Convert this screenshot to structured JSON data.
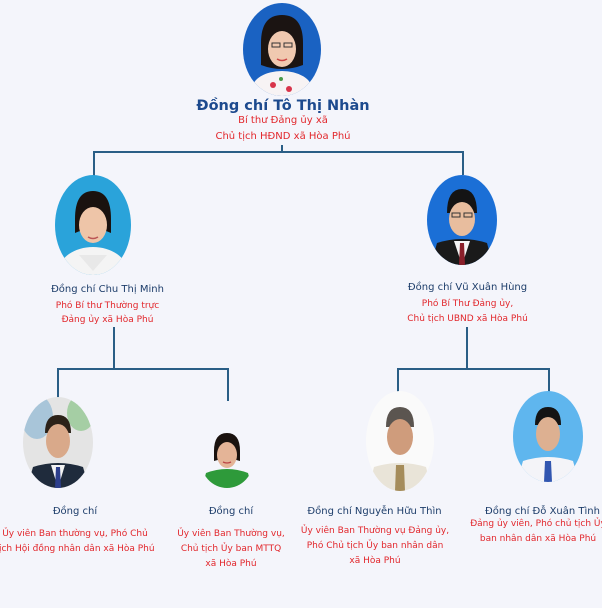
{
  "top": {
    "name": "Đồng chí Tô Thị Nhàn",
    "role_line1": "Bí thư Đảng ủy xã",
    "role_line2": "Chủ tịch HĐND xã Hòa Phú"
  },
  "left": {
    "name": "Đồng chí  Chu Thị Minh",
    "role_line1": "Phó Bí thư Thường trực",
    "role_line2": "Đảng ủy xã  Hòa Phú"
  },
  "right": {
    "name": "Đồng chí Vũ Xuân Hùng",
    "role_line1": "Phó Bí Thư  Đảng ủy,",
    "role_line2": "Chủ tịch UBND  xã Hòa Phú"
  },
  "members": [
    {
      "name": "Đồng chí",
      "role_line1": "Ủy viên Ban thường vụ, Phó Chủ",
      "role_line2": "tịch Hội đồng nhân dân xã Hòa Phú",
      "role_line3": ""
    },
    {
      "name": "Đồng chí",
      "role_line1": "Ủy viên Ban Thường vụ,",
      "role_line2": "Chủ tịch Ủy ban MTTQ",
      "role_line3": "xã Hòa Phú"
    },
    {
      "name": "Đồng chí Nguyễn Hữu Thìn",
      "role_line1": "Ủy viên Ban Thường vụ Đảng ủy,",
      "role_line2": "Phó Chủ tịch Ủy ban nhân dân",
      "role_line3": "xã Hòa Phú"
    },
    {
      "name": "Đồng chí Đỗ Xuân Tình",
      "role_line1": "Đảng ủy viên, Phó chủ tịch Ủy",
      "role_line2": "ban nhân dân  xã Hòa Phú",
      "role_line3": ""
    }
  ],
  "colors": {
    "name_blue": "#1d4a8e",
    "role_red": "#e2272c",
    "connector": "#2a5e86",
    "background": "#f4f5fb"
  }
}
